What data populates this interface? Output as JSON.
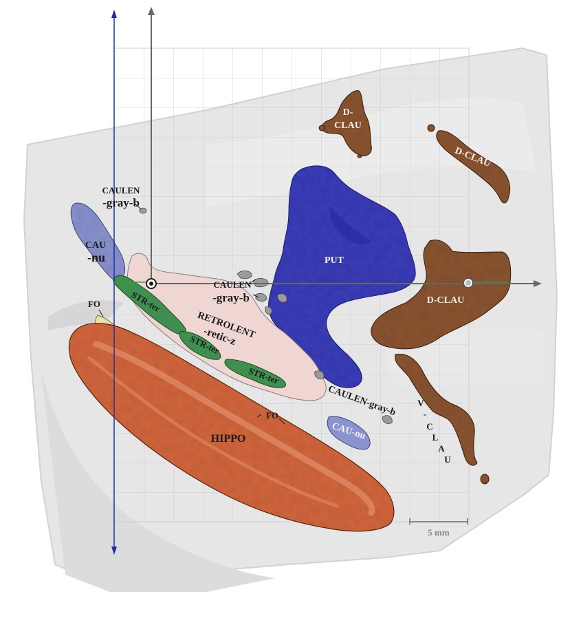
{
  "labels": {
    "d_clau_top_1": "D-",
    "d_clau_top_2": "CLAU",
    "d_clau_right": "D-CLAU",
    "d_clau_main": "D-CLAU",
    "v_clau_1": "V",
    "v_clau_2": "-",
    "v_clau_3": "C",
    "v_clau_4": "L",
    "v_clau_5": "A",
    "v_clau_6": "U",
    "caulen_gray_b_top_1": "CAULEN",
    "caulen_gray_b_top_2": "-gray-b",
    "caulen_gray_b_mid_1": "CAULEN",
    "caulen_gray_b_mid_2": "-gray-b",
    "caulen_gray_b_low": "CAULEN-gray-b",
    "cau_nu_top_1": "CAU",
    "cau_nu_top_2": "-nu",
    "cau_nu_low": "CAU-nu",
    "put": "PUT",
    "retrolent_1": "RETROLENT",
    "retrolent_2": "-retic-z",
    "str_ter_1": "STR-ter",
    "str_ter_2": "STR-ter",
    "str_ter_3": "STR-ter",
    "fo_1": "FO",
    "fo_2": "FO",
    "hippo": "HIPPO"
  },
  "scale_bar": {
    "label": "5 mm"
  },
  "colors": {
    "claustrum": "#8a5430",
    "putamen": "#3a3eb8",
    "caudate": "#8a93cf",
    "retrolent": "#efd6d2",
    "stria_terminalis": "#3f8f4e",
    "fornix": "#e8e1a8",
    "hippocampus": "#d2663e",
    "caulen_gray": "#9a9a9a",
    "axis_blue": "#1e2ea8",
    "axis_gray": "#666666"
  }
}
